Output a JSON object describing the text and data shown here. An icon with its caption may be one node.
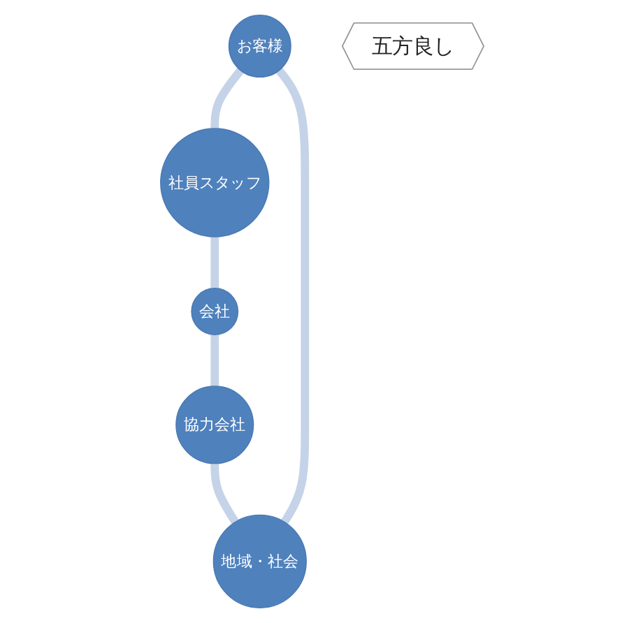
{
  "diagram": {
    "nodes": [
      {
        "text": [
          "お客様"
        ]
      },
      {
        "text": [
          "地域・社会"
        ]
      },
      {
        "text": [
          "社員スタッフ"
        ]
      },
      {
        "text": [
          "五方良し"
        ]
      },
      {
        "text": [
          "協力会社"
        ]
      },
      {
        "text": [
          "会社"
        ]
      }
    ],
    "edges": [
      {
        "from": 0,
        "to": 2,
        "arrow": "none"
      },
      {
        "from": 2,
        "to": 5,
        "arrow": "none"
      },
      {
        "from": 5,
        "to": 4,
        "arrow": "none"
      },
      {
        "from": 4,
        "to": 1,
        "arrow": "none"
      },
      {
        "from": 1,
        "to": 0,
        "arrow": "none"
      }
    ]
  }
}
